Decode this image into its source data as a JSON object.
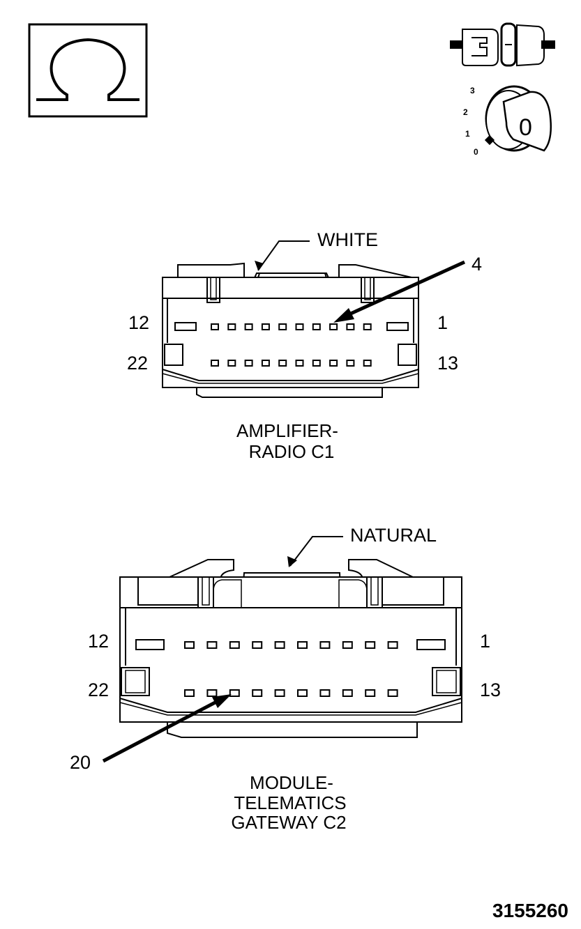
{
  "icons": {
    "ohm": "ohm-symbol-icon",
    "connector": "connector-icon",
    "ignition": "ignition-key-icon",
    "ignition_positions": [
      "3",
      "2",
      "1",
      "0"
    ],
    "ignition_key_label": "0"
  },
  "connector1": {
    "color_label": "WHITE",
    "callout_pin": "4",
    "pin_top_left": "12",
    "pin_top_right": "1",
    "pin_bottom_left": "22",
    "pin_bottom_right": "13",
    "caption_line1": "AMPLIFIER-",
    "caption_line2": "RADIO C1"
  },
  "connector2": {
    "color_label": "NATURAL",
    "callout_pin": "20",
    "pin_top_left": "12",
    "pin_top_right": "1",
    "pin_bottom_left": "22",
    "pin_bottom_right": "13",
    "caption_line1": "MODULE-",
    "caption_line2": "TELEMATICS",
    "caption_line3": "GATEWAY C2"
  },
  "figure_number": "3155260"
}
